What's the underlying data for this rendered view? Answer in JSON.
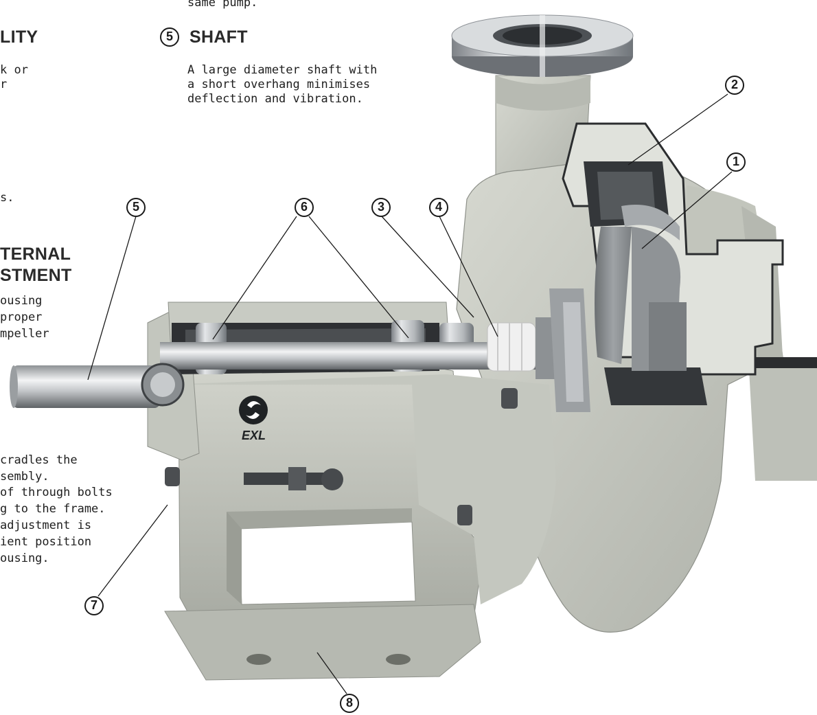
{
  "top_fragment": "same pump.",
  "sections": {
    "stability": {
      "heading": "LITY",
      "lines": [
        "k or",
        "r"
      ]
    },
    "shaft": {
      "number": "5",
      "heading": "SHAFT",
      "lines": [
        "A large diameter shaft with",
        "a short overhang minimises",
        "deflection and vibration."
      ]
    },
    "left_fragment": {
      "lines": [
        "s."
      ]
    },
    "adjustment": {
      "heading_lines": [
        "TERNAL",
        "STMENT"
      ],
      "lines": [
        "ousing",
        "proper",
        "mpeller"
      ]
    },
    "frame": {
      "lines": [
        "cradles the",
        "sembly.",
        "of through bolts",
        "g to the frame.",
        "adjustment is",
        "ient position",
        "ousing."
      ]
    }
  },
  "callouts": [
    "1",
    "2",
    "3",
    "4",
    "5",
    "6",
    "7",
    "8"
  ],
  "logo": "EXL",
  "colors": {
    "casting": "#c9cbc3",
    "casting_dark": "#a9aca4",
    "casting_shadow": "#8d9089",
    "steel": "#b9bcbf",
    "steel_dark": "#6f7376",
    "cut_face": "#2b2d2f",
    "rubber": "#ececec"
  }
}
